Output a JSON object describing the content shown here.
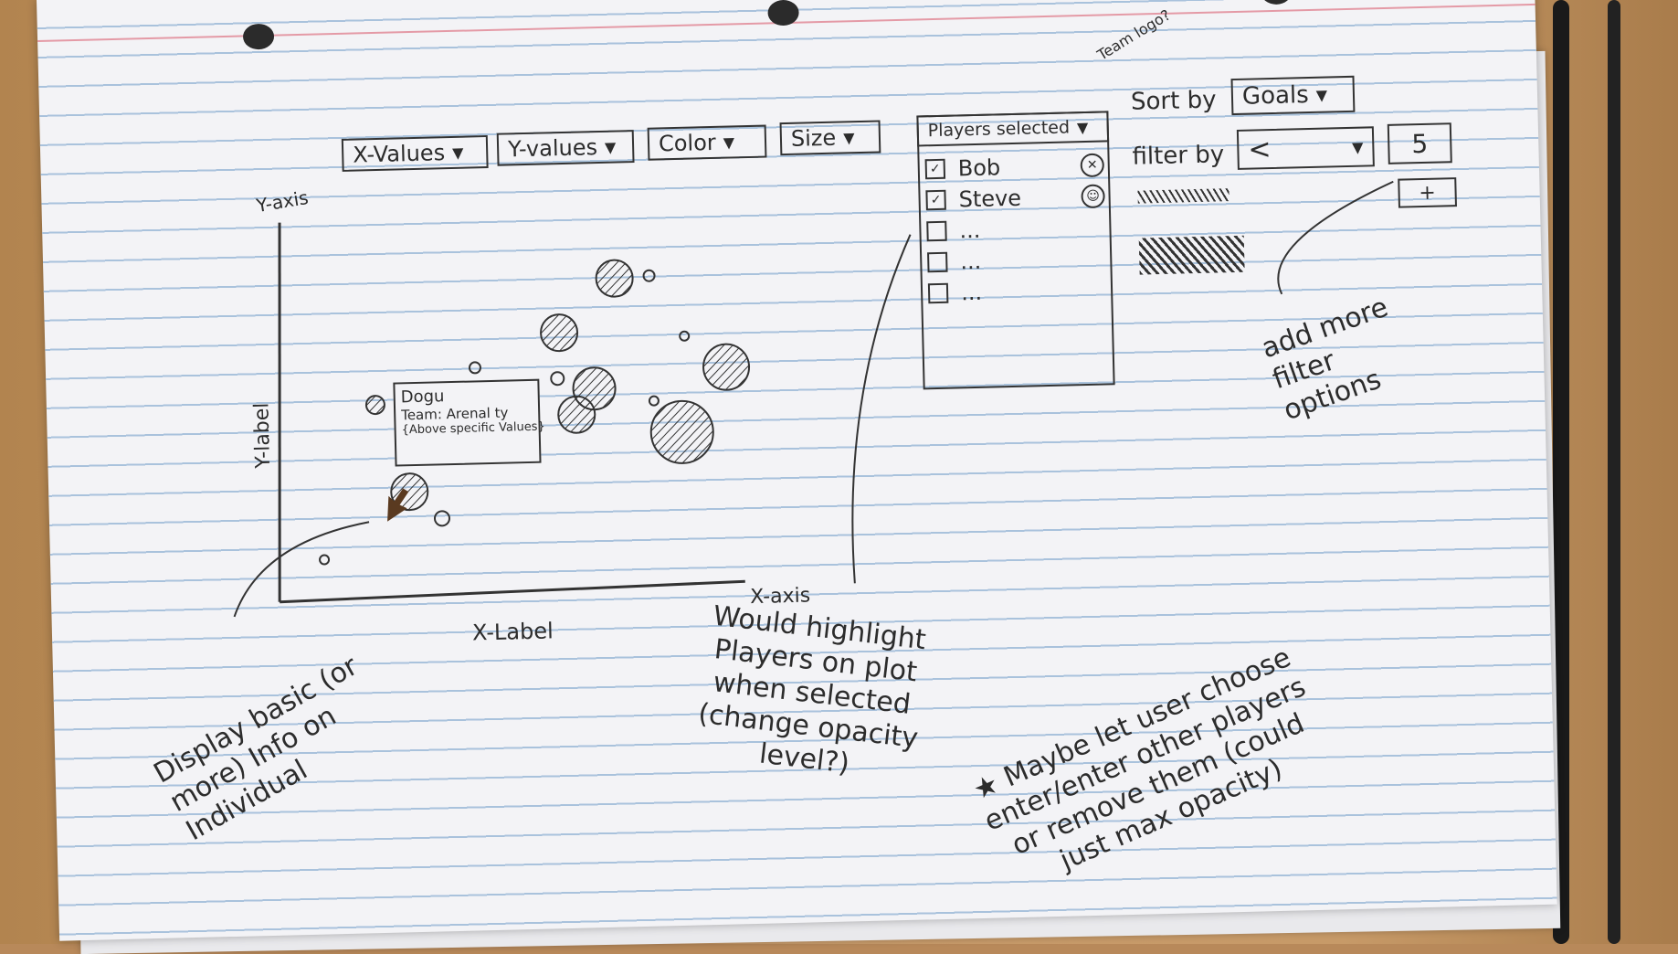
{
  "toolbar": {
    "x_values": "X-Values",
    "y_values": "Y-values",
    "color": "Color",
    "size": "Size",
    "dropdown_arrow": "▼"
  },
  "players_panel": {
    "title": "Players selected",
    "team_logo_note": "Team logo?",
    "players": [
      {
        "name": "Bob",
        "checked": true
      },
      {
        "name": "Steve",
        "checked": true
      },
      {
        "name": "...",
        "checked": false
      },
      {
        "name": "...",
        "checked": false
      },
      {
        "name": "...",
        "checked": false
      }
    ]
  },
  "controls": {
    "sort_label": "Sort by",
    "sort_value": "Goals",
    "filter_label": "filter by",
    "filter_op": "<",
    "filter_value": "5",
    "add_button": "+",
    "add_note": "add more filter options"
  },
  "plot": {
    "y_axis": "Y-axis",
    "y_label": "Y-label",
    "x_axis": "X-axis",
    "x_label": "X-Label"
  },
  "tooltip": {
    "name": "Dogu",
    "team": "Team: Arenal ty",
    "values": "{Above specific Values}"
  },
  "annotations": {
    "display_info": "Display basic (or more) Info on Individual",
    "highlight": "Would highlight Players on plot when selected (change opacity level?)",
    "star_note": "★ Maybe let user choose enter/enter other players or remove them (could just max opacity)"
  }
}
